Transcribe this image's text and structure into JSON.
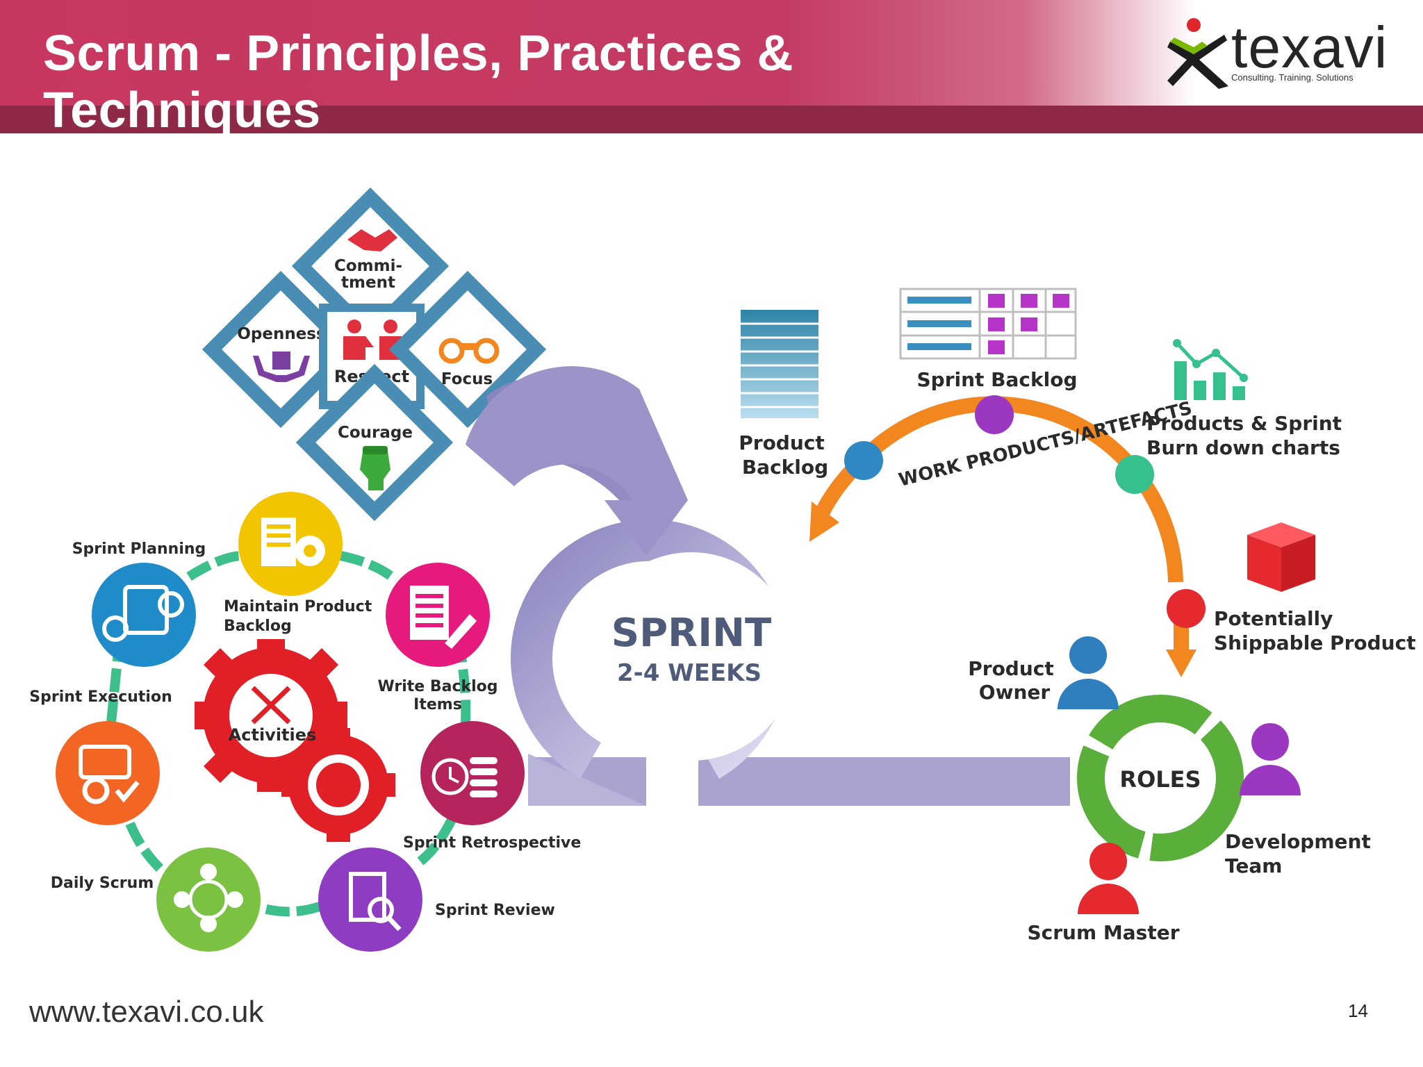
{
  "title": "Scrum - Principles, Practices & Techniques",
  "logo": {
    "text": "texavi",
    "tagline": "Consulting. Training. Solutions"
  },
  "values": {
    "commitment": [
      "Commi-",
      "tment"
    ],
    "openness": "Openness",
    "respect": "Respect",
    "focus": "Focus",
    "courage": "Courage"
  },
  "activities": {
    "center": "Activities",
    "sprint_planning": "Sprint Planning",
    "maintain_backlog": [
      "Maintain Product",
      "Backlog"
    ],
    "write_backlog": [
      "Write Backlog",
      "Items"
    ],
    "sprint_execution": "Sprint Execution",
    "daily_scrum": "Daily Scrum",
    "sprint_review": "Sprint Review",
    "sprint_retrospective": "Sprint Retrospective"
  },
  "sprint": {
    "title": "SPRINT",
    "duration": "2-4 WEEKS"
  },
  "artefacts": {
    "arc_label": "WORK PRODUCTS/ARTEFACTS",
    "product_backlog": [
      "Product",
      "Backlog"
    ],
    "sprint_backlog": "Sprint Backlog",
    "burndown": [
      "Products & Sprint",
      "Burn down charts"
    ],
    "shippable": [
      "Potentially",
      "Shippable Product"
    ]
  },
  "roles": {
    "center": "ROLES",
    "product_owner": [
      "Product",
      "Owner"
    ],
    "development_team": [
      "Development",
      "Team"
    ],
    "scrum_master": "Scrum Master"
  },
  "footer": {
    "url": "www.texavi.co.uk",
    "page": "14"
  },
  "colors": {
    "header": "#c8375f",
    "header_band": "#8e2a48",
    "diamond": "#4a8db4",
    "sprint_arrow": "#a9a3cf",
    "artefact_arc": "#f2871f",
    "roles_ring": "#5aae3a",
    "cycle_link": "#3cbf8a"
  }
}
